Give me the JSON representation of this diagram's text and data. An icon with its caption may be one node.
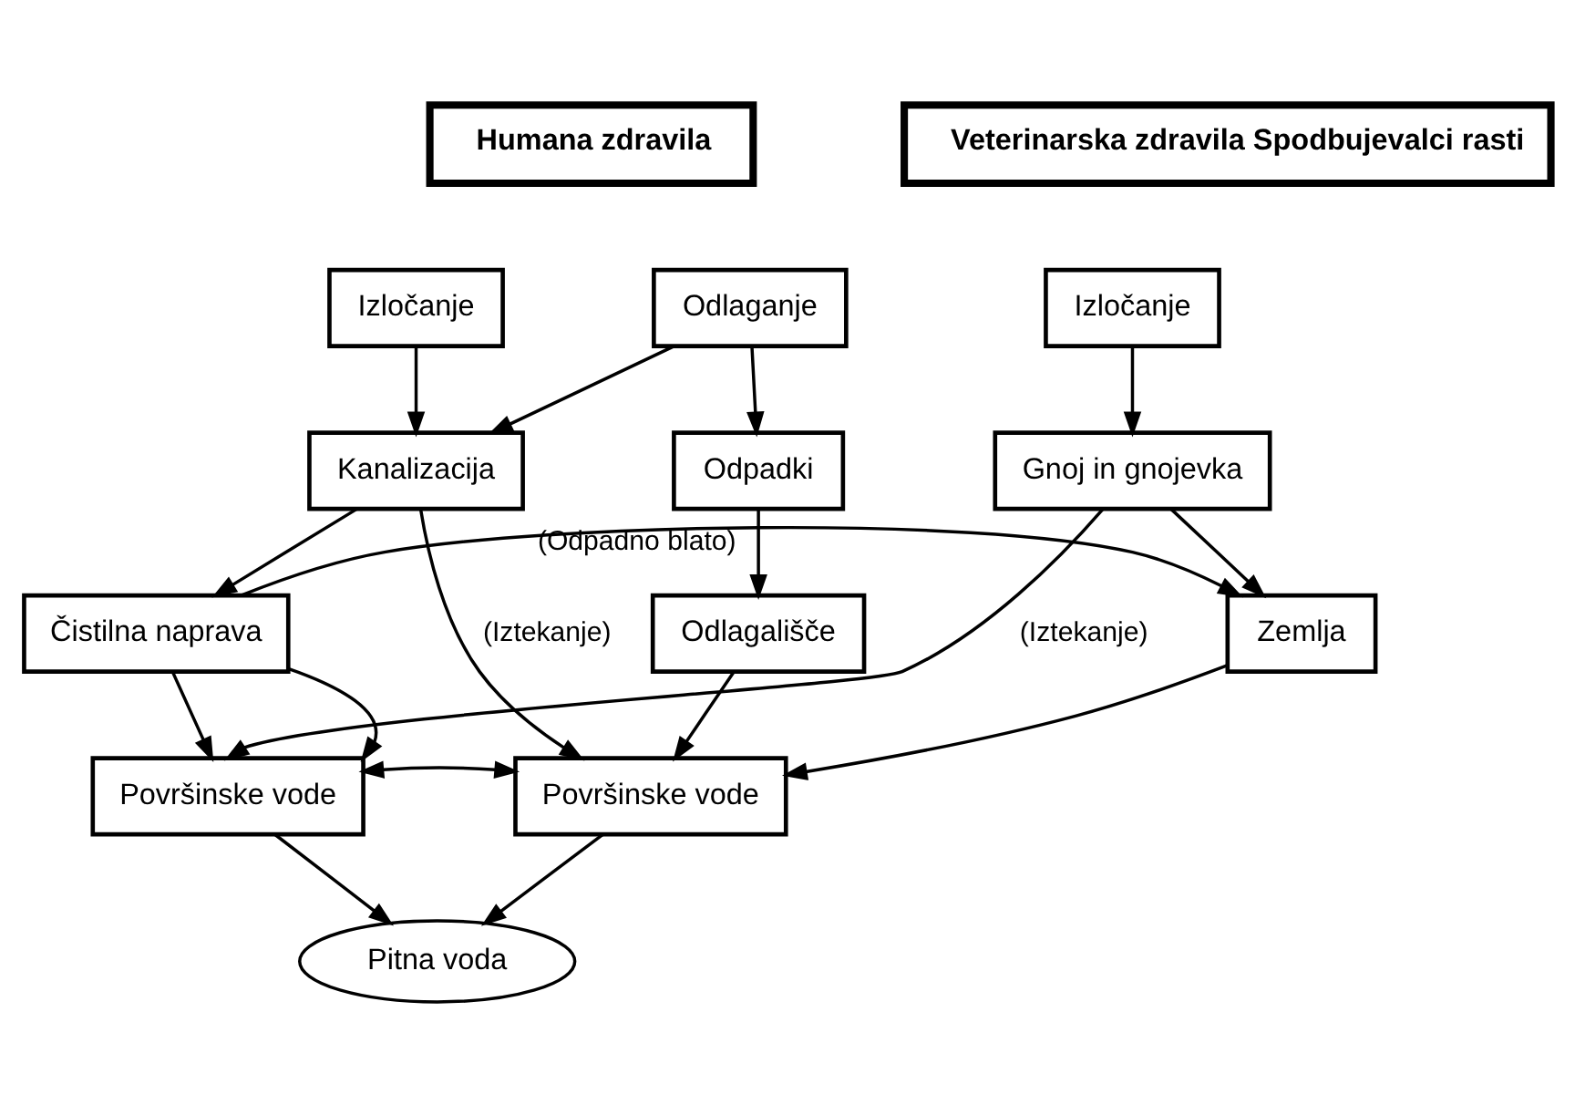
{
  "diagram": {
    "nodes": [
      {
        "text": [
          "Humana zdravila"
        ]
      },
      {
        "text": [
          "Veterinarska zdravila Spodbujevalci rasti"
        ]
      },
      {
        "text": [
          "Izločanje"
        ]
      },
      {
        "text": [
          "Odlaganje"
        ]
      },
      {
        "text": [
          "Izločanje"
        ]
      },
      {
        "text": [
          "Kanalizacija"
        ]
      },
      {
        "text": [
          "Odpadki"
        ]
      },
      {
        "text": [
          "Gnoj in gnojevka"
        ]
      },
      {
        "text": [
          "Čistilna naprava"
        ]
      },
      {
        "text": [
          "Odlagališče"
        ]
      },
      {
        "text": [
          "Zemlja"
        ]
      },
      {
        "text": [
          "Površinske vode"
        ]
      },
      {
        "text": [
          "Površinske vode"
        ]
      },
      {
        "text": [
          "Pitna voda"
        ]
      }
    ],
    "edges": [
      {
        "from": 2,
        "to": 5,
        "arrow": "to"
      },
      {
        "from": 3,
        "to": 5,
        "arrow": "to"
      },
      {
        "from": 3,
        "to": 6,
        "arrow": "to"
      },
      {
        "from": 4,
        "to": 7,
        "arrow": "to"
      },
      {
        "from": 5,
        "to": 8,
        "arrow": "to"
      },
      {
        "from": 6,
        "to": 9,
        "arrow": "to"
      },
      {
        "from": 7,
        "to": 10,
        "arrow": "to"
      },
      {
        "from": 5,
        "to": 12,
        "arrow": "to",
        "label": "(Iztekanje)"
      },
      {
        "from": 8,
        "to": 10,
        "arrow": "to",
        "label": "(Odpadno blato)"
      },
      {
        "from": 8,
        "to": 11,
        "arrow": "to"
      },
      {
        "from": 8,
        "to": 11,
        "arrow": "to"
      },
      {
        "from": 7,
        "to": 11,
        "arrow": "to",
        "label": "(Iztekanje)"
      },
      {
        "from": 9,
        "to": 12,
        "arrow": "to"
      },
      {
        "from": 10,
        "to": 12,
        "arrow": "to"
      },
      {
        "from": 11,
        "to": 12,
        "arrow": "both"
      },
      {
        "from": 11,
        "to": 13,
        "arrow": "to"
      },
      {
        "from": 12,
        "to": 13,
        "arrow": "to"
      }
    ]
  }
}
